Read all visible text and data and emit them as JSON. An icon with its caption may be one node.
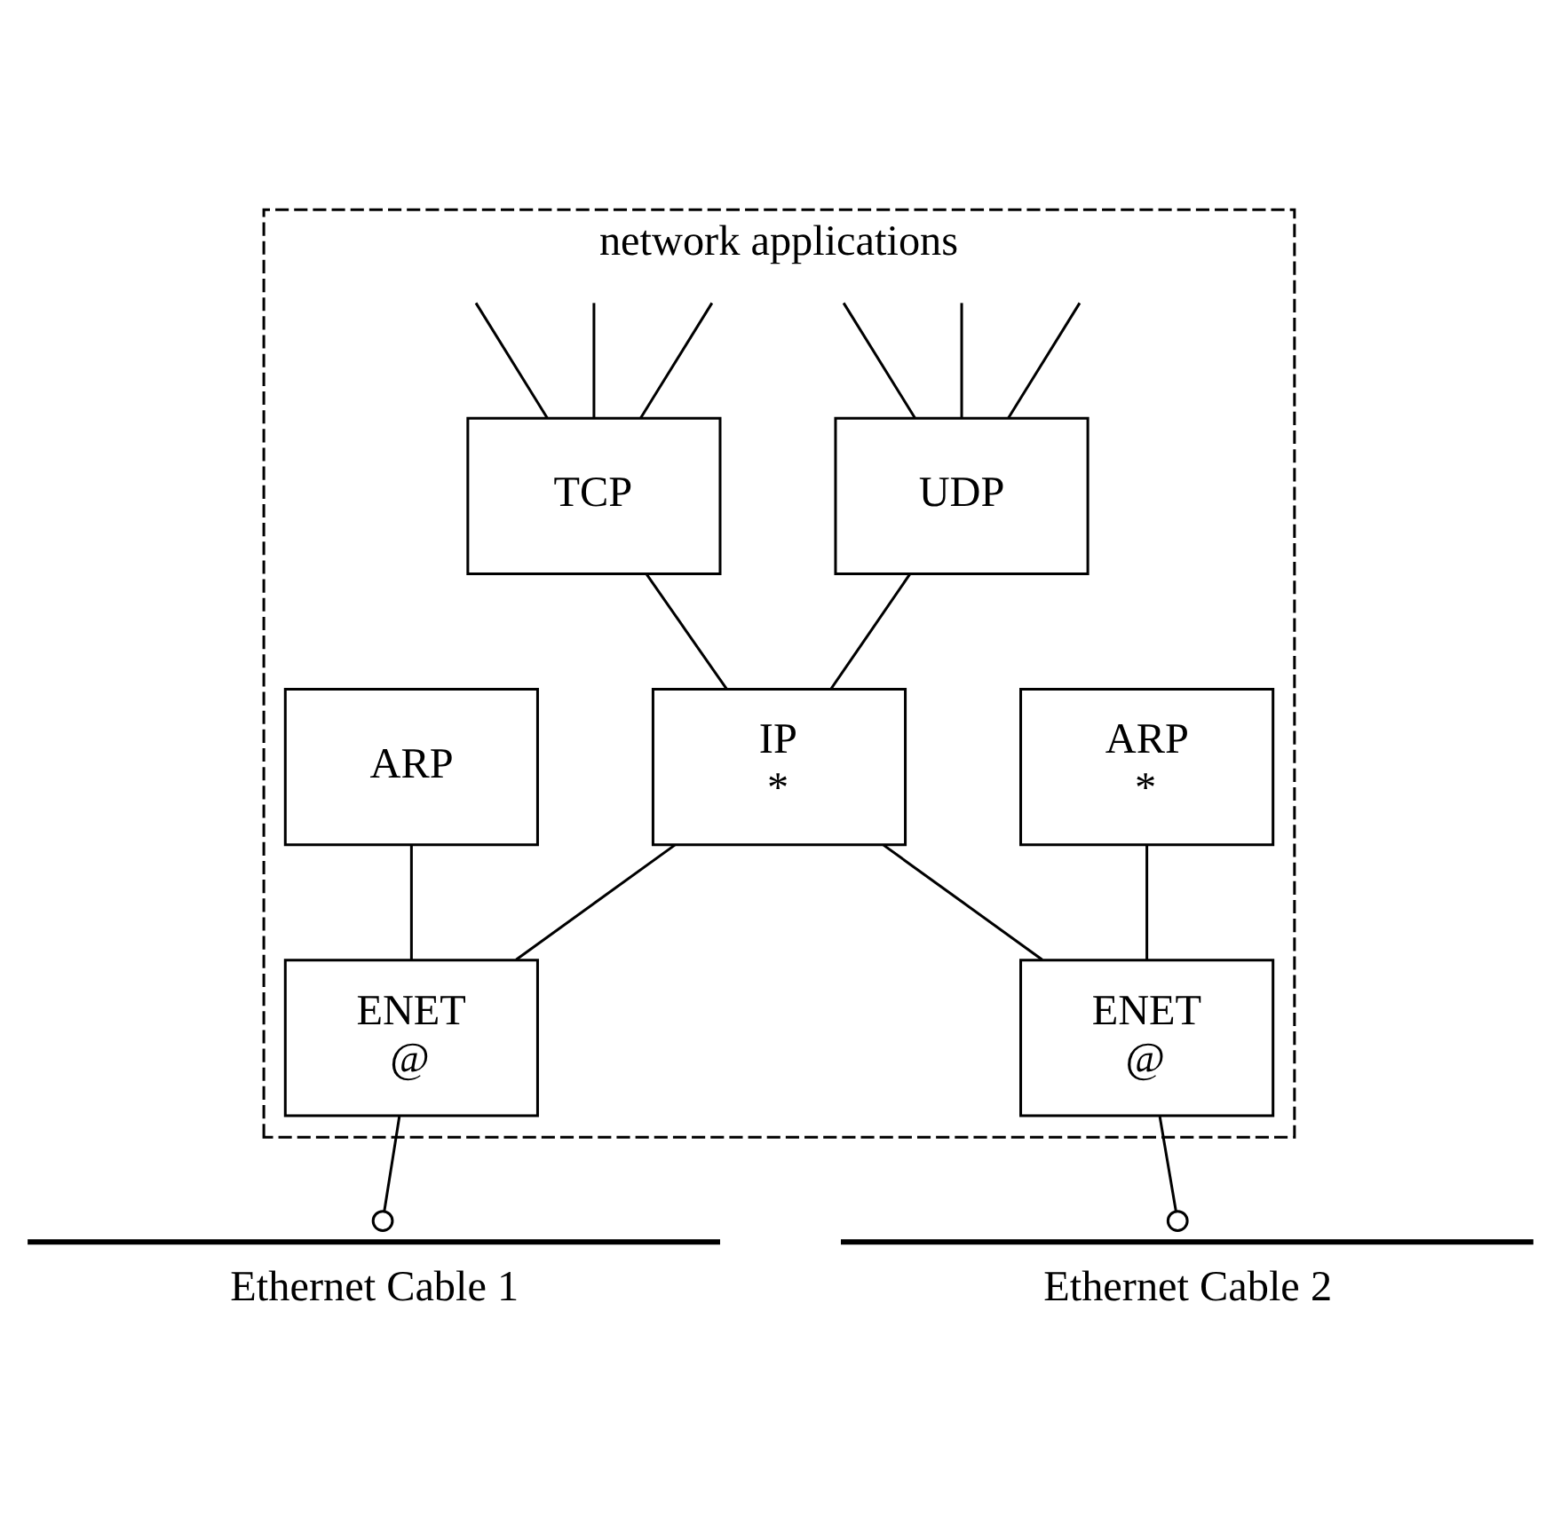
{
  "diagram": {
    "nodes": [
      {
        "text": [
          "network applications"
        ]
      },
      {
        "text": [
          "TCP"
        ],
        "in": 0
      },
      {
        "text": [
          "UDP"
        ],
        "in": 0
      },
      {
        "text": [
          "IP",
          "*"
        ],
        "in": 0
      },
      {
        "text": [
          "ARP"
        ],
        "in": 0
      },
      {
        "text": [
          "ARP",
          "*"
        ],
        "in": 0
      },
      {
        "text": [
          "ENET",
          "@"
        ],
        "in": 0
      },
      {
        "text": [
          "ENET",
          "@"
        ],
        "in": 0
      },
      {
        "text": [
          "Ethernet Cable 1"
        ]
      },
      {
        "text": [
          "Ethernet Cable 2"
        ]
      }
    ],
    "edges": [
      {
        "from": 1,
        "to": null,
        "arrow": "none"
      },
      {
        "from": 1,
        "to": null,
        "arrow": "none"
      },
      {
        "from": 1,
        "to": null,
        "arrow": "none"
      },
      {
        "from": 2,
        "to": null,
        "arrow": "none"
      },
      {
        "from": 2,
        "to": null,
        "arrow": "none"
      },
      {
        "from": 2,
        "to": null,
        "arrow": "none"
      },
      {
        "from": 1,
        "to": 3,
        "arrow": "none"
      },
      {
        "from": 2,
        "to": 3,
        "arrow": "none"
      },
      {
        "from": 3,
        "to": 6,
        "arrow": "none"
      },
      {
        "from": 3,
        "to": 7,
        "arrow": "none"
      },
      {
        "from": 4,
        "to": 6,
        "arrow": "none"
      },
      {
        "from": 5,
        "to": 7,
        "arrow": "none"
      },
      {
        "from": 6,
        "to": 8,
        "arrow": "other"
      },
      {
        "from": 7,
        "to": 9,
        "arrow": "other"
      }
    ]
  }
}
